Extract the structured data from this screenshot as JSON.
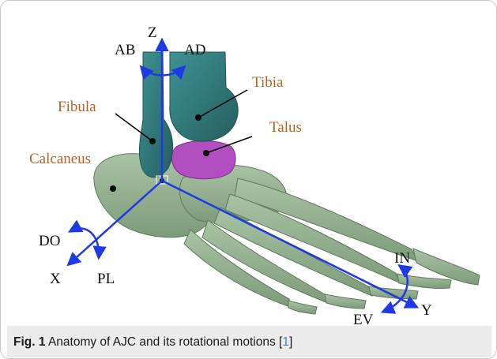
{
  "figure": {
    "anatomy_labels": {
      "tibia": "Tibia",
      "fibula": "Fibula",
      "talus": "Talus",
      "calcaneus": "Calcaneus"
    },
    "axis_labels": {
      "z": "Z",
      "ab": "AB",
      "ad": "AD",
      "x": "X",
      "do": "DO",
      "pl": "PL",
      "y": "Y",
      "in": "IN",
      "ev": "EV"
    },
    "colors": {
      "bone": "#93b08f",
      "bone_shadow": "#6e8c6c",
      "tibia_fibula": "#2f7d7e",
      "talus": "#b24fc0",
      "axis": "#1d3ae6",
      "anatomy_label": "#b9621f"
    }
  },
  "caption": {
    "fig_label": "Fig. 1",
    "text": "Anatomy of AJC and its rotational motions",
    "ref_open": "[",
    "ref_number": "1",
    "ref_close": "]"
  }
}
